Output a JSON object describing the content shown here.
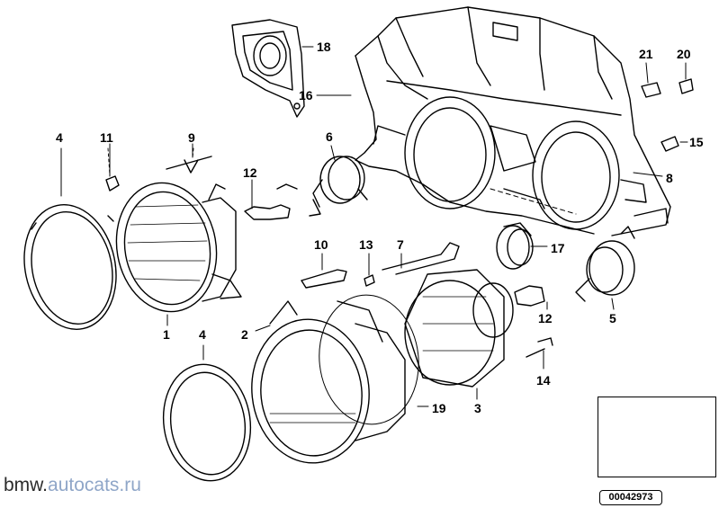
{
  "watermark": {
    "part1": "bmw.",
    "part2": "autocats.ru"
  },
  "diagram_code": "00042973",
  "callouts": {
    "c1": "1",
    "c2": "2",
    "c3": "3",
    "c4a": "4",
    "c4b": "4",
    "c5": "5",
    "c6": "6",
    "c7": "7",
    "c8": "8",
    "c9": "9",
    "c10": "10",
    "c11": "11",
    "c12a": "12",
    "c12b": "12",
    "c13": "13",
    "c14": "14",
    "c15": "15",
    "c16": "16",
    "c17": "17",
    "c18": "18",
    "c19": "19",
    "c20": "20",
    "c21": "21"
  }
}
